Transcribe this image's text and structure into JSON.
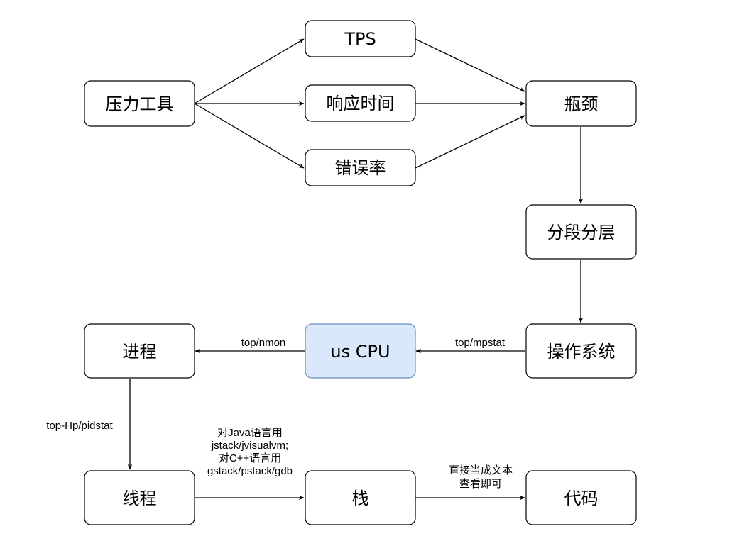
{
  "nodes": {
    "pressure_tool": "压力工具",
    "tps": "TPS",
    "response_time": "响应时间",
    "error_rate": "错误率",
    "bottleneck": "瓶颈",
    "segment_layer": "分段分层",
    "os": "操作系统",
    "us_cpu": "us CPU",
    "process": "进程",
    "thread": "线程",
    "stack": "栈",
    "code": "代码"
  },
  "edges": {
    "os_to_cpu": "top/mpstat",
    "cpu_to_process": "top/nmon",
    "process_to_thread": "top-Hp/pidstat",
    "thread_to_stack": [
      "对Java语言用",
      "jstack/jvisualvm;",
      "对C++语言用",
      "gstack/pstack/gdb"
    ],
    "stack_to_code": [
      "直接当成文本",
      "查看即可"
    ]
  },
  "colors": {
    "highlight_fill": "#dae8fc",
    "highlight_stroke": "#6c8ebf"
  }
}
